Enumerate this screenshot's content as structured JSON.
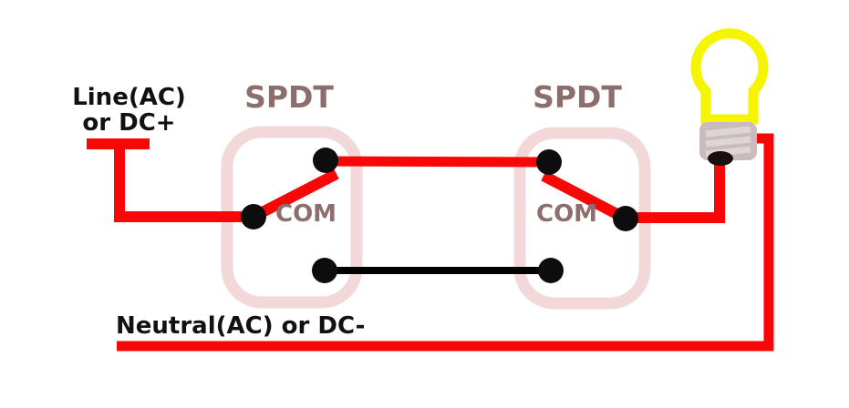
{
  "labels": {
    "line_source": {
      "line1": "Line(AC)",
      "line2": "or DC+"
    },
    "neutral": "Neutral(AC) or DC-"
  },
  "switches": [
    {
      "type_label": "SPDT",
      "com_label": "COM"
    },
    {
      "type_label": "SPDT",
      "com_label": "COM"
    }
  ],
  "colors": {
    "wire_live": "#f90606",
    "wire_traveler_alt": "#000000",
    "switch_outline": "#f2d8d8",
    "switch_text": "#8d6e6e",
    "terminal_dot": "#0d0d0d",
    "label_text": "#111111",
    "bulb_outline": "#f5f500",
    "bulb_base": "#c9bcbc",
    "bulb_stripe": "#ded6d6",
    "bulb_tip": "#1a0e0e",
    "background": "#ffffff"
  }
}
